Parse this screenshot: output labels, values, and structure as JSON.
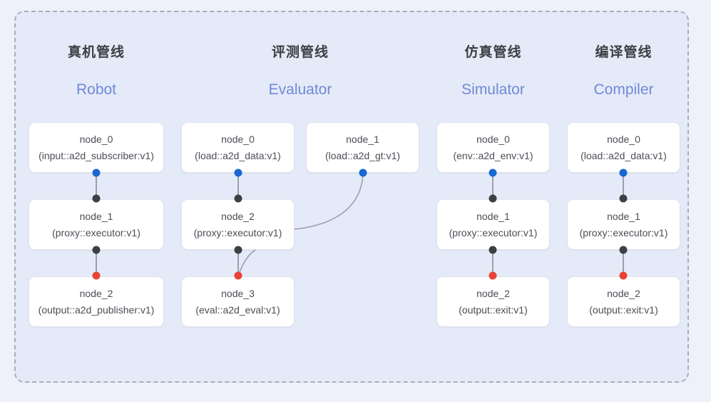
{
  "diagram": {
    "frame_style": "dashed",
    "background_color": "#e4eaf8",
    "page_background_color": "#eef1f9"
  },
  "colors": {
    "port_blue": "#1967d2",
    "port_black": "#3c4043",
    "port_red": "#ea4335",
    "edge": "#9aa0ad",
    "title_cn": "#3c4043",
    "title_en": "#7189d6",
    "node_border": "#dfe3ed",
    "node_fill": "#ffffff"
  },
  "columns": [
    {
      "id": "robot",
      "title_cn": "真机管线",
      "title_en": "Robot",
      "nodes": [
        {
          "id": "robot-node-0",
          "name": "node_0",
          "kind": "(input::a2d_subscriber:v1)"
        },
        {
          "id": "robot-node-1",
          "name": "node_1",
          "kind": "(proxy::executor:v1)"
        },
        {
          "id": "robot-node-2",
          "name": "node_2",
          "kind": "(output::a2d_publisher:v1)"
        }
      ]
    },
    {
      "id": "evaluator",
      "title_cn": "评测管线",
      "title_en": "Evaluator",
      "nodes": [
        {
          "id": "eval-node-0",
          "name": "node_0",
          "kind": "(load::a2d_data:v1)"
        },
        {
          "id": "eval-node-1",
          "name": "node_1",
          "kind": "(load::a2d_gt:v1)"
        },
        {
          "id": "eval-node-2",
          "name": "node_2",
          "kind": "(proxy::executor:v1)"
        },
        {
          "id": "eval-node-3",
          "name": "node_3",
          "kind": "(eval::a2d_eval:v1)"
        }
      ]
    },
    {
      "id": "simulator",
      "title_cn": "仿真管线",
      "title_en": "Simulator",
      "nodes": [
        {
          "id": "sim-node-0",
          "name": "node_0",
          "kind": "(env::a2d_env:v1)"
        },
        {
          "id": "sim-node-1",
          "name": "node_1",
          "kind": "(proxy::executor:v1)"
        },
        {
          "id": "sim-node-2",
          "name": "node_2",
          "kind": "(output::exit:v1)"
        }
      ]
    },
    {
      "id": "compiler",
      "title_cn": "编译管线",
      "title_en": "Compiler",
      "nodes": [
        {
          "id": "comp-node-0",
          "name": "node_0",
          "kind": "(load::a2d_data:v1)"
        },
        {
          "id": "comp-node-1",
          "name": "node_1",
          "kind": "(proxy::executor:v1)"
        },
        {
          "id": "comp-node-2",
          "name": "node_2",
          "kind": "(output::exit:v1)"
        }
      ]
    }
  ]
}
